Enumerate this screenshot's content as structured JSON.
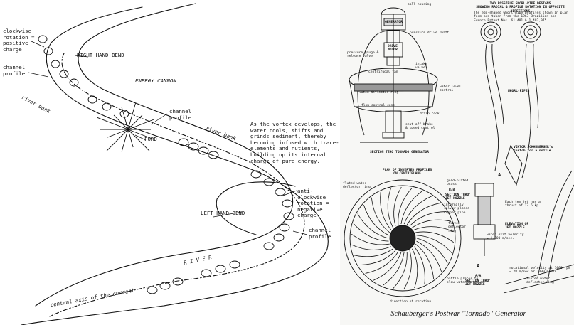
{
  "left_diagram": {
    "labels": {
      "clockwise": "clockwise\nrotation =\npositive\ncharge",
      "channel_profile_top": "channel\nprofile",
      "right_hand_bend": "RIGHT HAND BEND",
      "energy_cannon": "ENERGY CANNON",
      "river_bank_left": "river bank",
      "channel_profile_mid": "channel\nprofile",
      "ford": "FORD",
      "river_bank_right": "river bank",
      "vortex_note": "As the vortex develops, the\nwater cools, shifts and\ngrinds sediment, thereby\nbecoming infused with trace-\nelements and nutients,\nbuilding up its internal\ncharge of pure energy.",
      "anticlockwise": "anti-clockwise\nrotation =\nnegative\ncharge",
      "left_hand_bend": "LEFT HAND BEND",
      "channel_profile_bottom": "channel\nprofile",
      "river": "R I V E R",
      "central_axis": "central axis of the current"
    }
  },
  "right_diagram": {
    "caption": "Schauberger's Postwar \"Tornado\" Generator",
    "labels": {
      "ball_housing": "ball housing",
      "generator": "GENERATOR",
      "pressure_drive_shaft": "pressure drive shaft",
      "drive_motor": "DRIVE\nMOTOR",
      "pressure_gauge": "pressure gauge &\nrelease valve",
      "intake_valve": "intake\nvalve",
      "centrifugal_fan": "centrifugal fan",
      "water_level_control": "water level\ncontrol",
      "fluted_deflector": "fluted deflector ring",
      "flow_control_cone": "flow control cone",
      "drain_cock": "drain cock",
      "shut_off_brake": "shut-off brake\n& speed control",
      "section_title": "SECTION TEHO   TORNADO GENERATOR",
      "top_heading": "TWO POSSIBLE SNORL-PIPE DESIGNS\nSHOWING RADIAL & PROFILE ROTATION IN OPPOSITE DIRECTIONS",
      "top_desc": "The egg-shaped whorl-pipe profiles shown in plan\nform are taken from the 1963 Brazilian and\nFrench Patent Nos. 61,401 & 1,492,975",
      "whorl_pipes": "WHORL-PIPES",
      "plan_heading": "PLAN OF INVERTED PROFILES\nON CENTRIPLANE",
      "fluted_ring": "fluted water\ndeflector ring",
      "gold_plated": "gold-plated\nbrass",
      "bb": "B/B",
      "section_nozzle": "SECTION THRO'\nJET NOZZLE",
      "internally": "internally\nsilver-plated\ncopper pipe",
      "fluted_deflector_ring": "fluted\ndeflector\nring",
      "water_exit": "water exit velocity\n= 1,200 m/sec.",
      "viktor_sketch": "VIKTOR SCHAUBERGER's\nsketch for a nozzle",
      "thrust": "Each tem jet has a\nthrust of 17.6 kp.",
      "elevation": "ELEVATION OF\nJET NOZZLE",
      "baffle": "baffle plates to\nslow water rotation",
      "direction": "direction of rotation",
      "aa": "A/A",
      "section_nozzle2": "SECTION THRO'\nJET NOZZLE",
      "rotational_velocity": "rotational velocity at 1000 rpm\n= 28 m/sec or 1390 m/min",
      "fluted_water_ring": "fluted water\ndeflector ring",
      "a_top": "A",
      "a_bottom": "A"
    }
  }
}
